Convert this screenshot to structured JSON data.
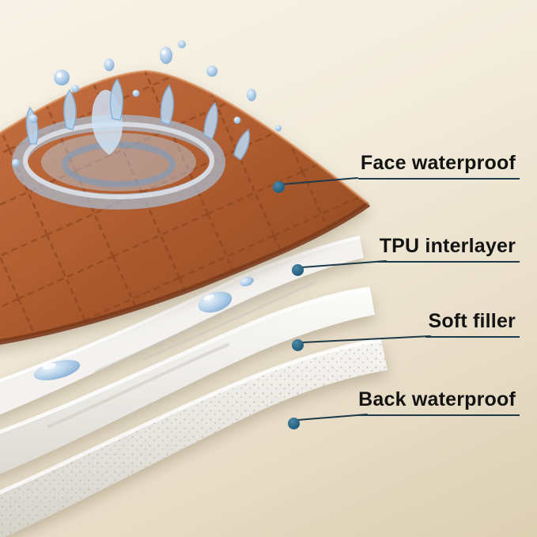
{
  "diagram": {
    "type": "product-layer-diagram",
    "callouts": [
      {
        "label": "Face waterproof"
      },
      {
        "label": "TPU interlayer"
      },
      {
        "label": "Soft filler"
      },
      {
        "label": "Back waterproof"
      }
    ],
    "illustration": {
      "layers": [
        "quilted-face-fabric-layer",
        "tpu-film-layer",
        "soft-filler-layer",
        "back-waterproof-layer"
      ],
      "splash_icon": "water-splash-icon",
      "drop_icon": "water-drop-icon"
    },
    "colors": {
      "background_top": "#f8f3e8",
      "background_bottom": "#dccfb2",
      "face_fabric": "#b05d30",
      "water": "#a9c8e4",
      "callout_dot": "#2e6b88",
      "underline": "#1d3a49",
      "text": "#131313"
    }
  }
}
